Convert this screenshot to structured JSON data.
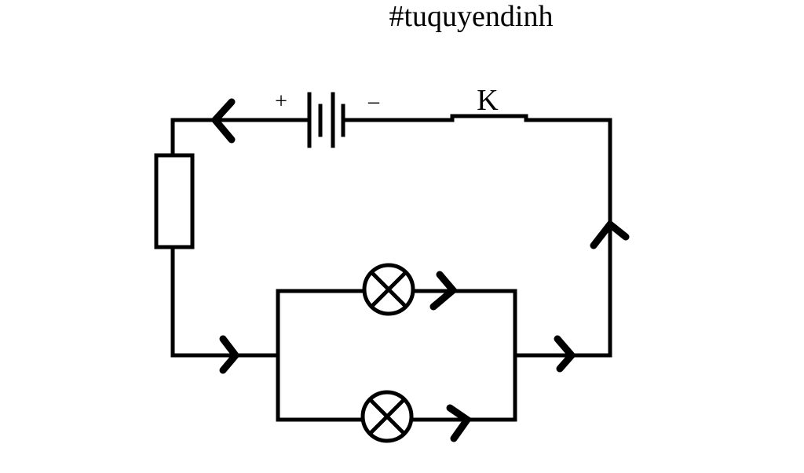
{
  "caption": "#tuquyendinh",
  "switch_label": "K",
  "battery": {
    "positive_label": "+",
    "negative_label": "–"
  },
  "colors": {
    "ink": "#000000",
    "background": "#ffffff"
  },
  "components": {
    "source": "battery",
    "switch": "switch-k",
    "resistor": "resistor",
    "lamps": [
      "lamp-top",
      "lamp-bottom"
    ]
  }
}
